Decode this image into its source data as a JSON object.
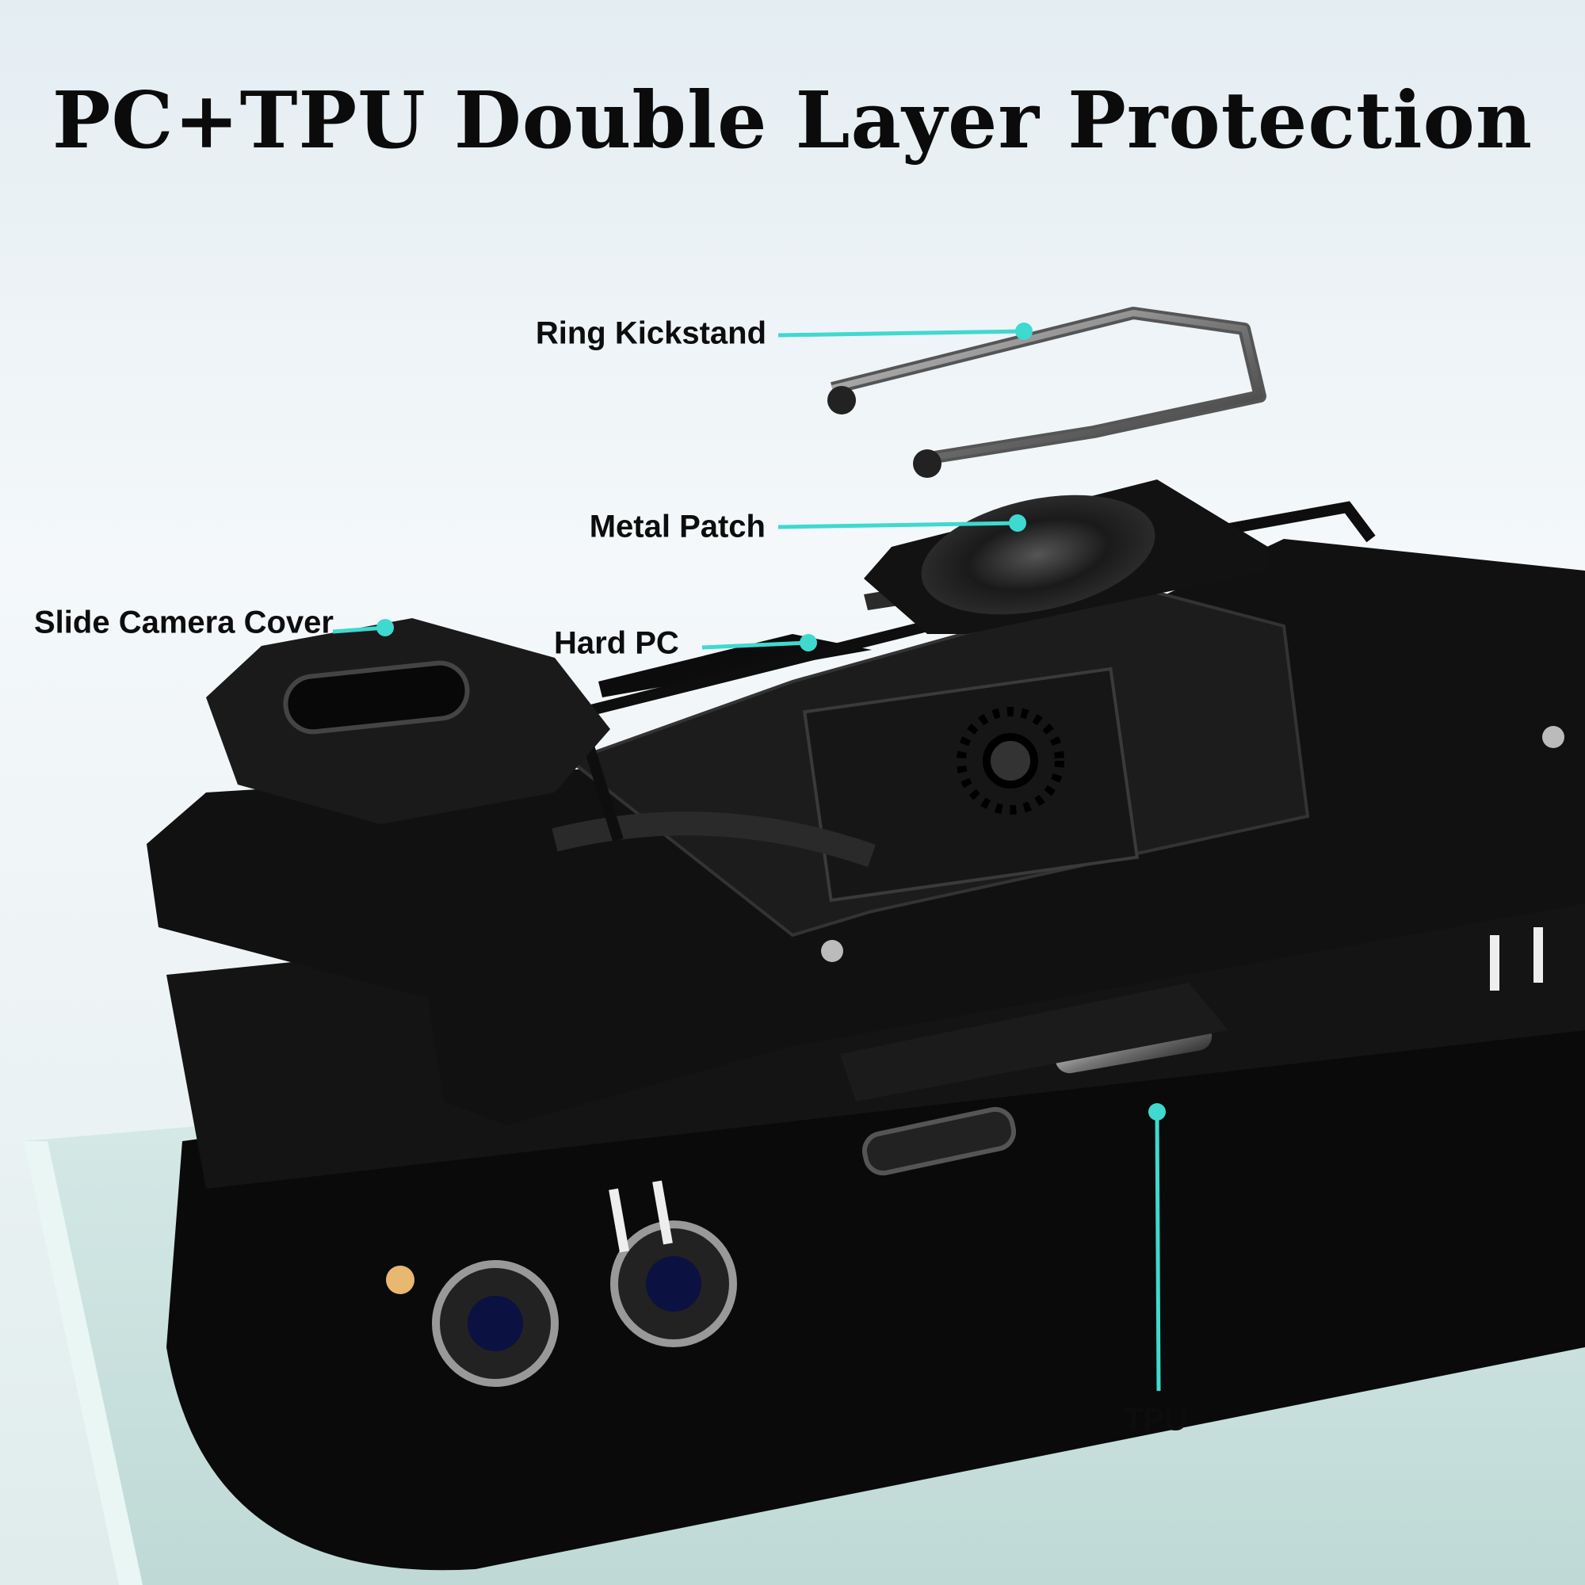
{
  "title": "PC+TPU Double Layer Protection",
  "callouts": {
    "ring_kickstand": "Ring Kickstand",
    "metal_patch": "Metal Patch",
    "slide_camera_cover": "Slide Camera Cover",
    "hard_pc": "Hard PC",
    "tpu": "TPU"
  },
  "colors": {
    "accent": "#3fd9d0",
    "case": "#111111",
    "text": "#0d0d0d"
  }
}
